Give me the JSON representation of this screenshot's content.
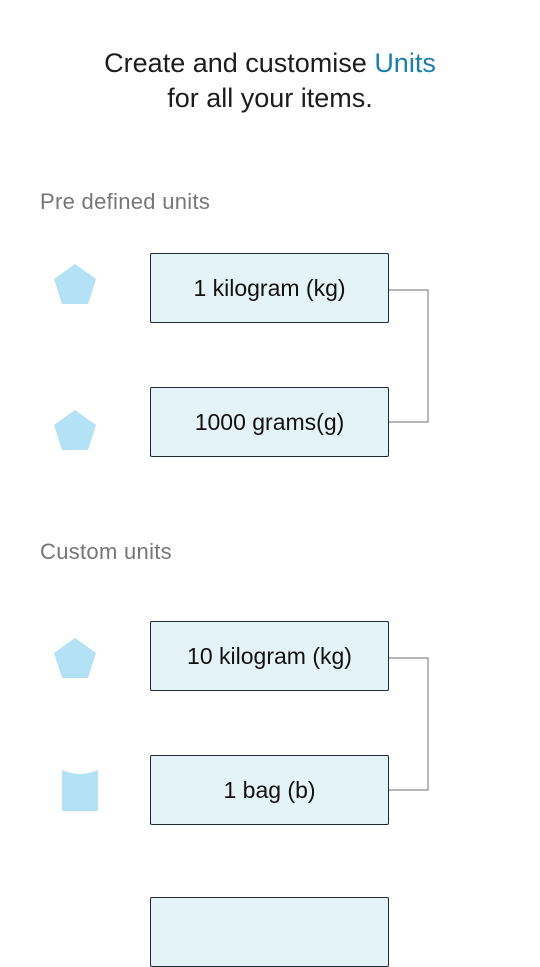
{
  "header": {
    "line1_prefix": "Create and customise ",
    "line1_highlight": "Units",
    "line2": "for all your items."
  },
  "sections": {
    "predefined": {
      "title": "Pre defined units",
      "units": [
        "1 kilogram (kg)",
        "1000 grams(g)"
      ]
    },
    "custom": {
      "title": "Custom units",
      "units": [
        "10 kilogram (kg)",
        "1 bag (b)"
      ]
    }
  },
  "icons": {
    "predefined": [
      "pentagon-icon",
      "pentagon-icon"
    ],
    "custom": [
      "pentagon-icon",
      "bag-icon"
    ]
  },
  "colors": {
    "accent": "#1a7fb0",
    "box_fill": "#e4f3f8",
    "icon_fill": "#b3e1f5",
    "connector": "#8a8a8a"
  }
}
